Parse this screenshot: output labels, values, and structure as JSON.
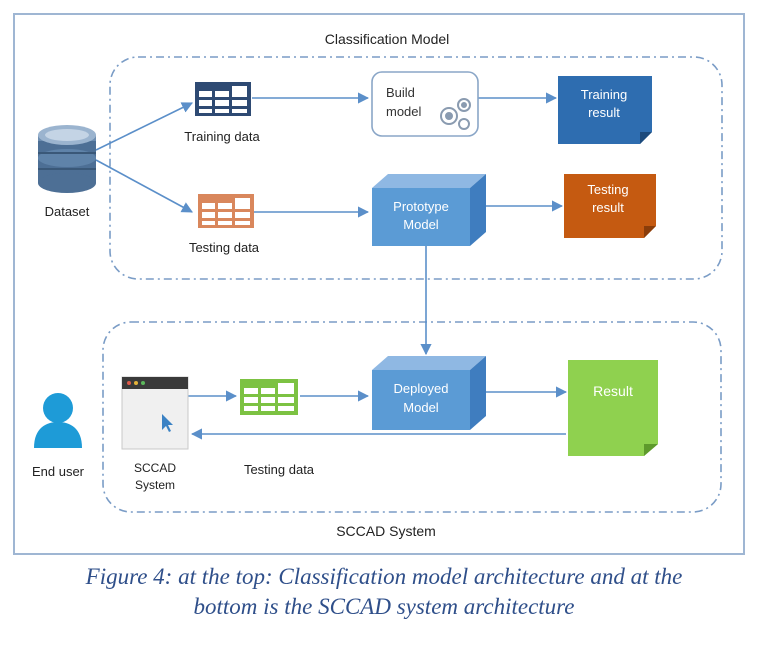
{
  "sections": {
    "top_title": "Classification Model",
    "bottom_title": "SCCAD System"
  },
  "nodes": {
    "dataset": "Dataset",
    "training_data": "Training data",
    "testing_data_top": "Testing data",
    "build_model_line1": "Build",
    "build_model_line2": "model",
    "training_result_line1": "Training",
    "training_result_line2": "result",
    "prototype_line1": "Prototype",
    "prototype_line2": "Model",
    "testing_result_line1": "Testing",
    "testing_result_line2": "result",
    "end_user": "End user",
    "sccad_line1": "SCCAD",
    "sccad_line2": "System",
    "testing_data_bottom": "Testing data",
    "deployed_line1": "Deployed",
    "deployed_line2": "Model",
    "result": "Result"
  },
  "caption": {
    "line1": "Figure 4: at the top: Classification model architecture and at the",
    "line2": "bottom is the SCCAD system architecture"
  },
  "colors": {
    "frame": "#9fb6d3",
    "arrow": "#5b8fc9",
    "table_navy": "#2e4a73",
    "table_orange": "#d9875c",
    "table_green": "#7cc242",
    "training_result": "#2e6db0",
    "testing_result": "#c55a11",
    "result_green": "#8fd14f",
    "cube_blue": "#5b9bd5",
    "user_blue": "#1e9bd7"
  }
}
